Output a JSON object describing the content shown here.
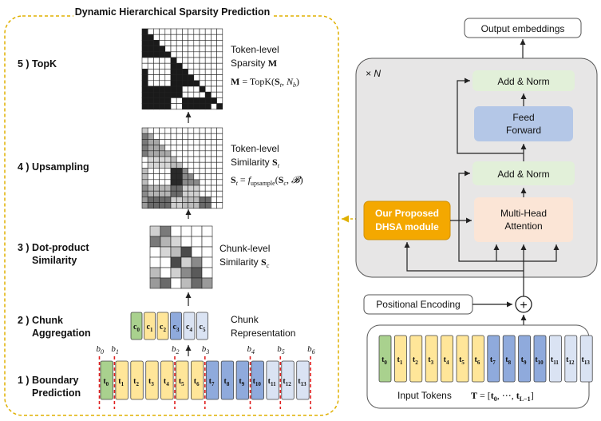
{
  "left_panel": {
    "title": "Dynamic Hierarchical Sparsity Prediction",
    "steps": [
      {
        "label": "5 ) TopK"
      },
      {
        "label": "4 ) Upsampling"
      },
      {
        "label": "3 ) Dot-product",
        "label2": "Similarity"
      },
      {
        "label": "2 ) Chunk",
        "label2": "Aggregation"
      },
      {
        "label": "1 ) Boundary",
        "label2": "Prediction"
      }
    ],
    "topk": {
      "line1": "Token-level",
      "line2": "Sparsity",
      "symbol": "M",
      "formula": "M = TopK(S_t, N_b)"
    },
    "upsample": {
      "line1": "Token-level",
      "line2": "Similarity",
      "symbol": "S_t",
      "formula": "S_t = f_upsample(S_c, B)"
    },
    "dot": {
      "line1": "Chunk-level",
      "line2": "Similarity",
      "symbol": "S_c"
    },
    "chunk": {
      "line1": "Chunk",
      "line2": "Representation",
      "chunks": [
        "c0",
        "c1",
        "c2",
        "c3",
        "c4",
        "c5"
      ]
    },
    "boundaries": [
      "b0",
      "b1",
      "b2",
      "b3",
      "b4",
      "b5",
      "b6"
    ],
    "tokens": [
      "t0",
      "t1",
      "t2",
      "t3",
      "t4",
      "t5",
      "t6",
      "t7",
      "t8",
      "t9",
      "t10",
      "t11",
      "t12",
      "t13"
    ]
  },
  "right_panel": {
    "output_label": "Output embeddings",
    "repeat_label": "× N",
    "add_norm_top": "Add & Norm",
    "feed_forward_1": "Feed",
    "feed_forward_2": "Forward",
    "add_norm_bottom": "Add & Norm",
    "mha_1": "Multi-Head",
    "mha_2": "Attention",
    "dhsa_1": "Our Proposed",
    "dhsa_2": "DHSA module",
    "positional": "Positional Encoding",
    "plus_symbol": "+",
    "input_tokens_label": "Input Tokens",
    "input_tokens_formula": "T = [t0, ⋯, tL−1]",
    "tokens": [
      "t0",
      "t1",
      "t2",
      "t3",
      "t4",
      "t5",
      "t6",
      "t7",
      "t8",
      "t9",
      "t10",
      "t11",
      "t12",
      "t13"
    ]
  },
  "colors": {
    "green": "#a9d18e",
    "yellow": "#ffe699",
    "blue": "#8faadc",
    "light_blue": "#dae3f3",
    "orange": "#f4a800",
    "peach": "#fbe5d6",
    "add_norm": "#e2f0d9",
    "feed_forward": "#b4c7e7",
    "gray_panel": "#e7e6e6",
    "dashed_gold": "#e0b000",
    "boundary_red": "#e02020"
  }
}
